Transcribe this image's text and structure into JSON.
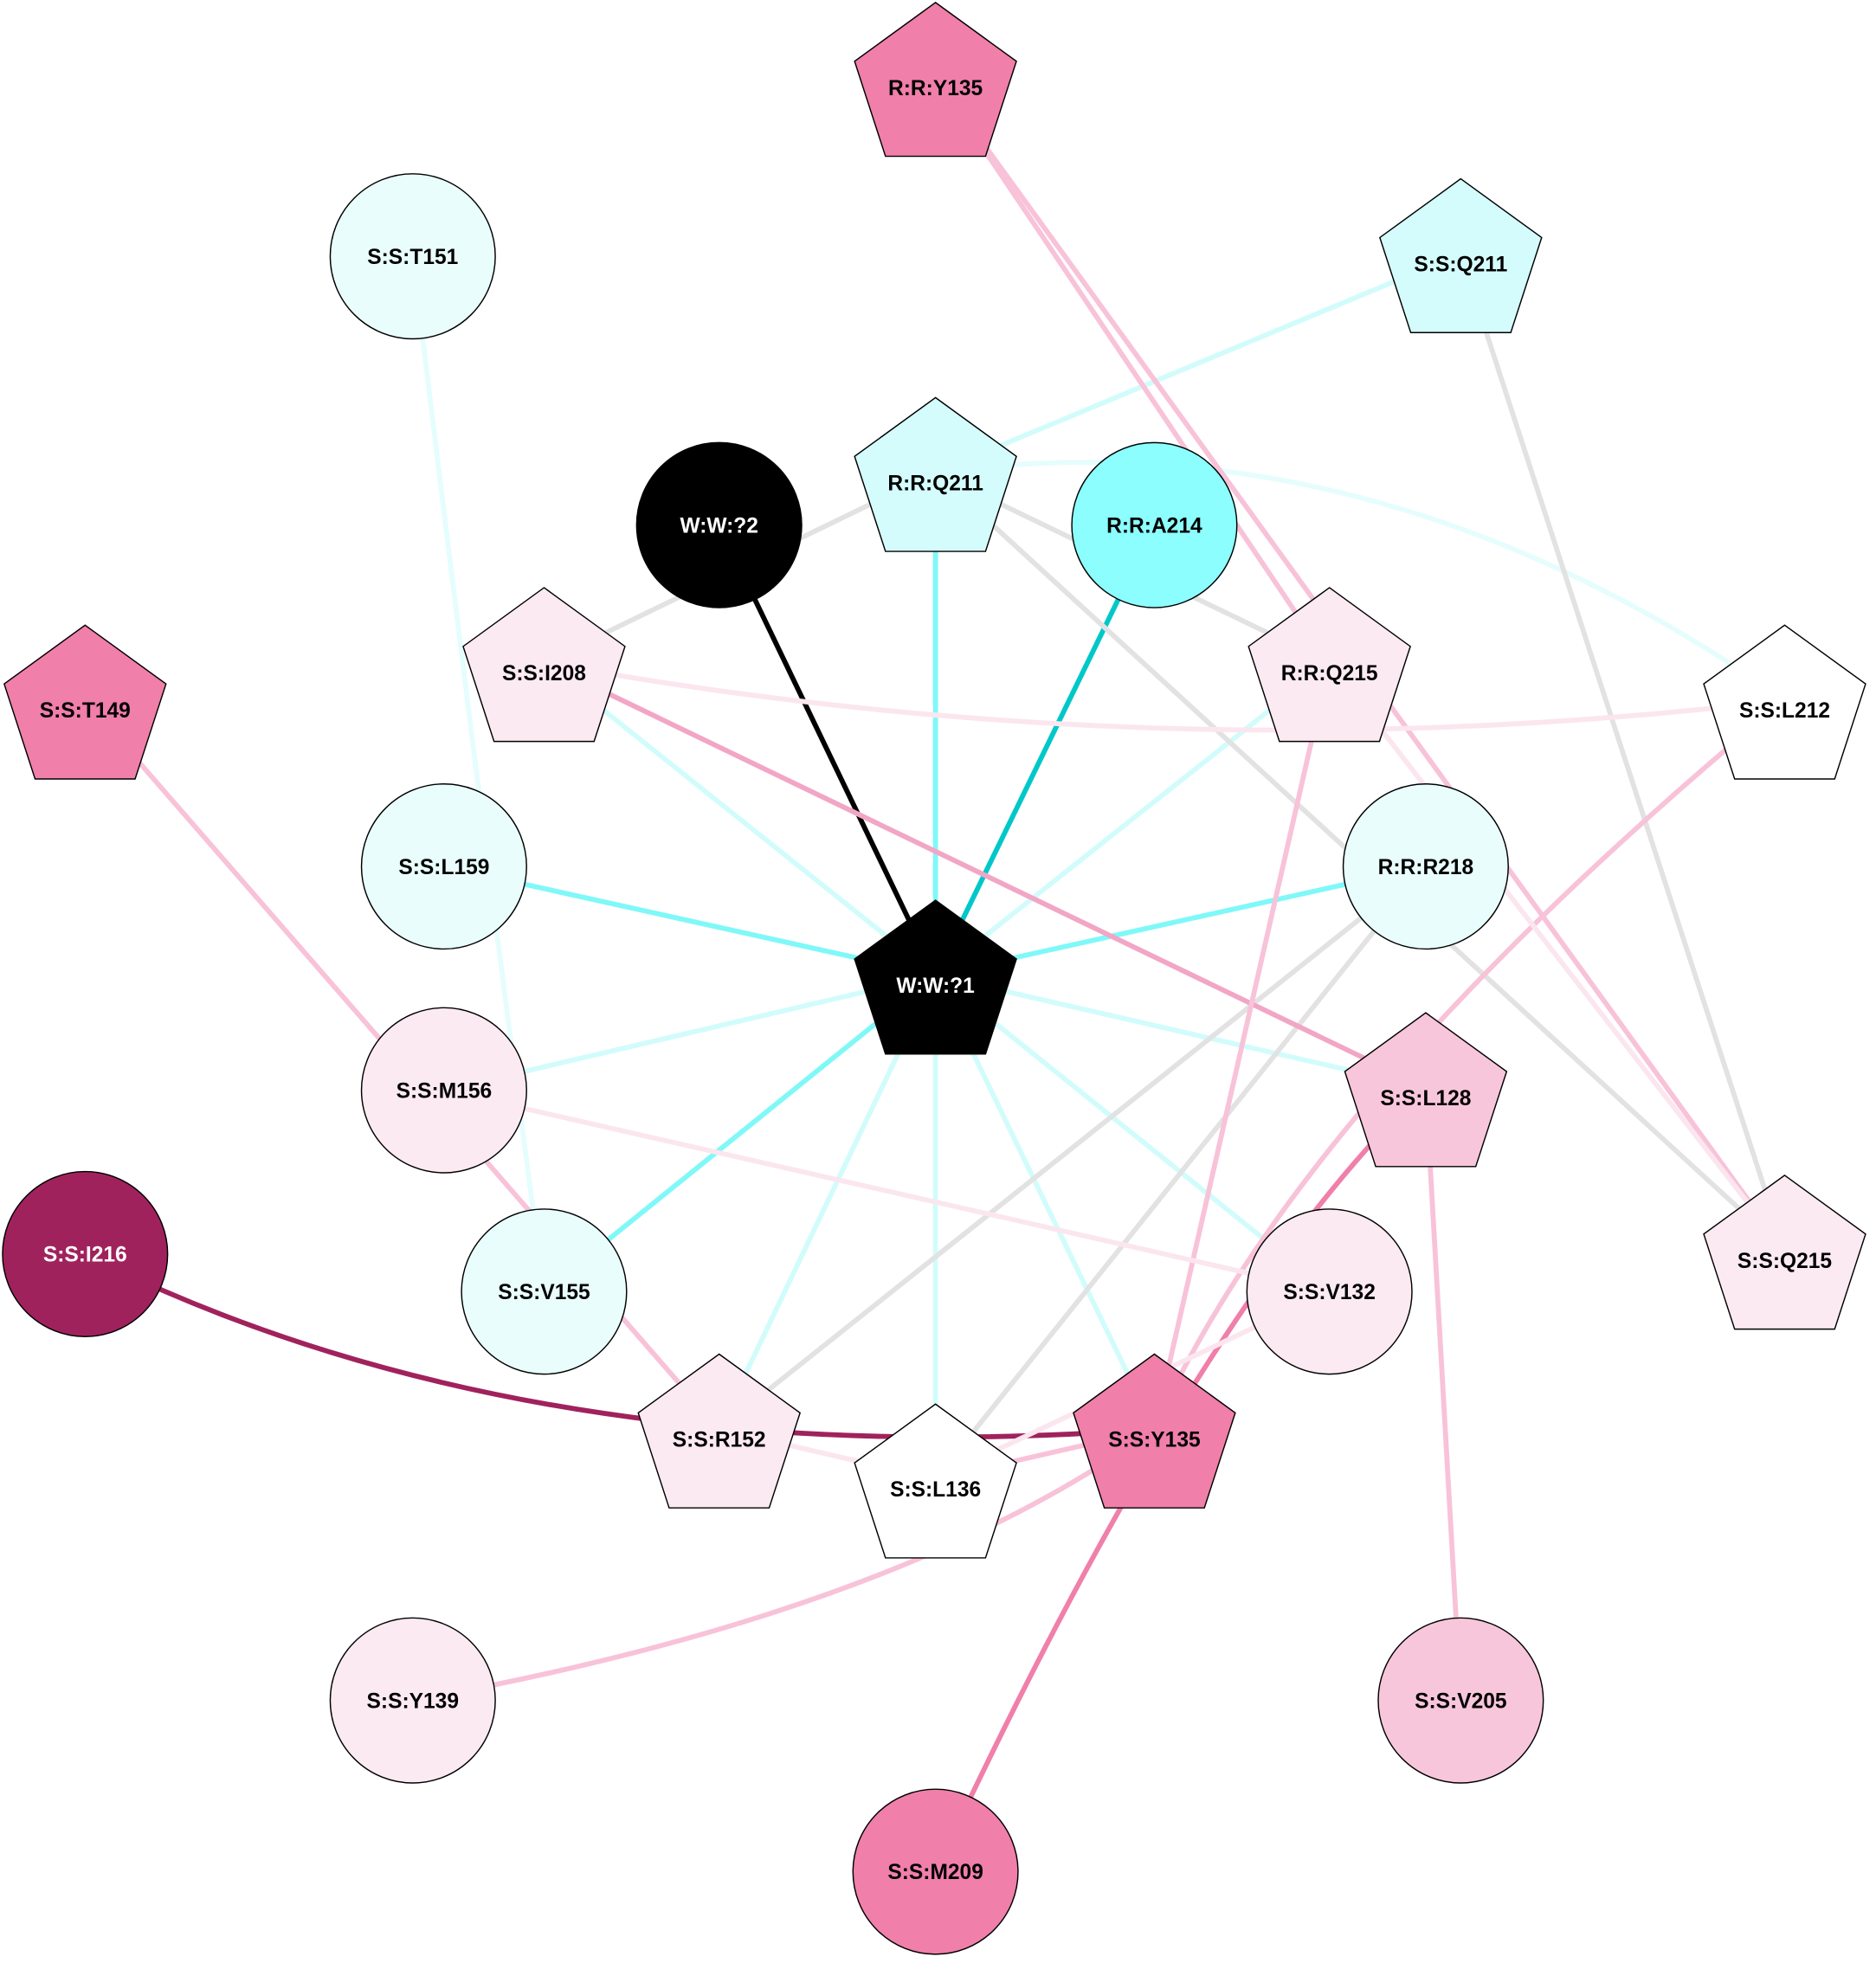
{
  "nodes": [
    {
      "id": "RY135",
      "label": "R:R:Y135",
      "shape": "pentagon",
      "fill": "#f07faa",
      "text": "#000000"
    },
    {
      "id": "T151",
      "label": "S:S:T151",
      "shape": "circle",
      "fill": "#e9fdfd",
      "text": "#000000"
    },
    {
      "id": "SQ211",
      "label": "S:S:Q211",
      "shape": "pentagon",
      "fill": "#d4fcfc",
      "text": "#000000"
    },
    {
      "id": "W2",
      "label": "W:W:?2",
      "shape": "circle",
      "fill": "#000000",
      "text": "#ffffff"
    },
    {
      "id": "RQ211",
      "label": "R:R:Q211",
      "shape": "pentagon",
      "fill": "#d4fcfc",
      "text": "#000000"
    },
    {
      "id": "A214",
      "label": "R:R:A214",
      "shape": "circle",
      "fill": "#8cfefe",
      "text": "#000000"
    },
    {
      "id": "I208",
      "label": "S:S:I208",
      "shape": "pentagon",
      "fill": "#fbeaf1",
      "text": "#000000"
    },
    {
      "id": "RQ215",
      "label": "R:R:Q215",
      "shape": "pentagon",
      "fill": "#fbeaf1",
      "text": "#000000"
    },
    {
      "id": "T149",
      "label": "S:S:T149",
      "shape": "pentagon",
      "fill": "#f07faa",
      "text": "#000000"
    },
    {
      "id": "L212",
      "label": "S:S:L212",
      "shape": "pentagon",
      "fill": "#ffffff",
      "text": "#000000"
    },
    {
      "id": "L159",
      "label": "S:S:L159",
      "shape": "circle",
      "fill": "#e9fdfd",
      "text": "#000000"
    },
    {
      "id": "R218",
      "label": "R:R:R218",
      "shape": "circle",
      "fill": "#e9fdfd",
      "text": "#000000"
    },
    {
      "id": "W1",
      "label": "W:W:?1",
      "shape": "pentagon",
      "fill": "#000000",
      "text": "#ffffff"
    },
    {
      "id": "M156",
      "label": "S:S:M156",
      "shape": "circle",
      "fill": "#fbeaf1",
      "text": "#000000"
    },
    {
      "id": "L128",
      "label": "S:S:L128",
      "shape": "pentagon",
      "fill": "#f8c6da",
      "text": "#000000"
    },
    {
      "id": "I216",
      "label": "S:S:I216",
      "shape": "circle",
      "fill": "#a0225d",
      "text": "#ffffff"
    },
    {
      "id": "V155",
      "label": "S:S:V155",
      "shape": "circle",
      "fill": "#e9fdfd",
      "text": "#000000"
    },
    {
      "id": "V132",
      "label": "S:S:V132",
      "shape": "circle",
      "fill": "#fbeaf1",
      "text": "#000000"
    },
    {
      "id": "SQ215",
      "label": "S:S:Q215",
      "shape": "pentagon",
      "fill": "#fbeaf1",
      "text": "#000000"
    },
    {
      "id": "R152",
      "label": "S:S:R152",
      "shape": "pentagon",
      "fill": "#fbeaf1",
      "text": "#000000"
    },
    {
      "id": "L136",
      "label": "S:S:L136",
      "shape": "pentagon",
      "fill": "#ffffff",
      "text": "#000000"
    },
    {
      "id": "SY135",
      "label": "S:S:Y135",
      "shape": "pentagon",
      "fill": "#f07faa",
      "text": "#000000"
    },
    {
      "id": "Y139",
      "label": "S:S:Y139",
      "shape": "circle",
      "fill": "#fbeaf1",
      "text": "#000000"
    },
    {
      "id": "V205",
      "label": "S:S:V205",
      "shape": "circle",
      "fill": "#f8c6da",
      "text": "#000000"
    },
    {
      "id": "M209",
      "label": "S:S:M209",
      "shape": "circle",
      "fill": "#f07faa",
      "text": "#000000"
    }
  ],
  "edges": [
    {
      "from": "W2",
      "to": "W1",
      "color": "#000000"
    },
    {
      "from": "A214",
      "to": "W1",
      "color": "#00c8c8"
    },
    {
      "from": "RQ211",
      "to": "W1",
      "color": "#80f8f8"
    },
    {
      "from": "L159",
      "to": "W1",
      "color": "#80f8f8"
    },
    {
      "from": "R218",
      "to": "W1",
      "color": "#80f8f8"
    },
    {
      "from": "V155",
      "to": "W1",
      "color": "#80f8f8"
    },
    {
      "from": "I208",
      "to": "W1",
      "color": "#d2fcfc"
    },
    {
      "from": "RQ215",
      "to": "W1",
      "color": "#d2fcfc"
    },
    {
      "from": "M156",
      "to": "W1",
      "color": "#d2fcfc"
    },
    {
      "from": "L128",
      "to": "W1",
      "color": "#d2fcfc"
    },
    {
      "from": "V132",
      "to": "W1",
      "color": "#d2fcfc"
    },
    {
      "from": "R152",
      "to": "W1",
      "color": "#d2fcfc"
    },
    {
      "from": "L136",
      "to": "W1",
      "color": "#d2fcfc"
    },
    {
      "from": "SY135",
      "to": "W1",
      "color": "#d2fcfc"
    },
    {
      "from": "SQ211",
      "to": "RQ211",
      "color": "#d2fcfc"
    },
    {
      "from": "RQ211",
      "to": "L212",
      "color": "#e6fdfd",
      "curve": true
    },
    {
      "from": "T151",
      "to": "V155",
      "color": "#e6fdfd",
      "curve": true
    },
    {
      "from": "RQ211",
      "to": "I208",
      "color": "#e2e2e2"
    },
    {
      "from": "RQ211",
      "to": "RQ215",
      "color": "#e2e2e2"
    },
    {
      "from": "RQ211",
      "to": "SQ215",
      "color": "#e2e2e2"
    },
    {
      "from": "SQ211",
      "to": "SQ215",
      "color": "#e2e2e2"
    },
    {
      "from": "R218",
      "to": "R152",
      "color": "#e2e2e2"
    },
    {
      "from": "R218",
      "to": "L136",
      "color": "#e2e2e2"
    },
    {
      "from": "RY135",
      "to": "RQ215",
      "color": "#f8c2d8"
    },
    {
      "from": "RY135",
      "to": "SQ215",
      "color": "#f8c2d8"
    },
    {
      "from": "I208",
      "to": "L128",
      "color": "#f2a6c6"
    },
    {
      "from": "I208",
      "to": "L212",
      "color": "#fbe6ef",
      "curve": true
    },
    {
      "from": "T149",
      "to": "R152",
      "color": "#f8c2d8"
    },
    {
      "from": "L212",
      "to": "SY135",
      "color": "#f8c2d8",
      "curve": true
    },
    {
      "from": "RQ215",
      "to": "SY135",
      "color": "#f8c2d8"
    },
    {
      "from": "RQ215",
      "to": "SQ215",
      "color": "#fbe6ef"
    },
    {
      "from": "M156",
      "to": "V132",
      "color": "#fbe6ef"
    },
    {
      "from": "L128",
      "to": "V205",
      "color": "#f8c2d8"
    },
    {
      "from": "L128",
      "to": "M209",
      "color": "#f07faa",
      "curve": true
    },
    {
      "from": "I216",
      "to": "SY135",
      "color": "#a0225d",
      "curve": true
    },
    {
      "from": "R152",
      "to": "L136",
      "color": "#fbe6ef"
    },
    {
      "from": "L136",
      "to": "SY135",
      "color": "#f8c2d8"
    },
    {
      "from": "V132",
      "to": "L136",
      "color": "#fbe6ef"
    },
    {
      "from": "SY135",
      "to": "Y139",
      "color": "#f8c2d8",
      "curve": true
    }
  ]
}
